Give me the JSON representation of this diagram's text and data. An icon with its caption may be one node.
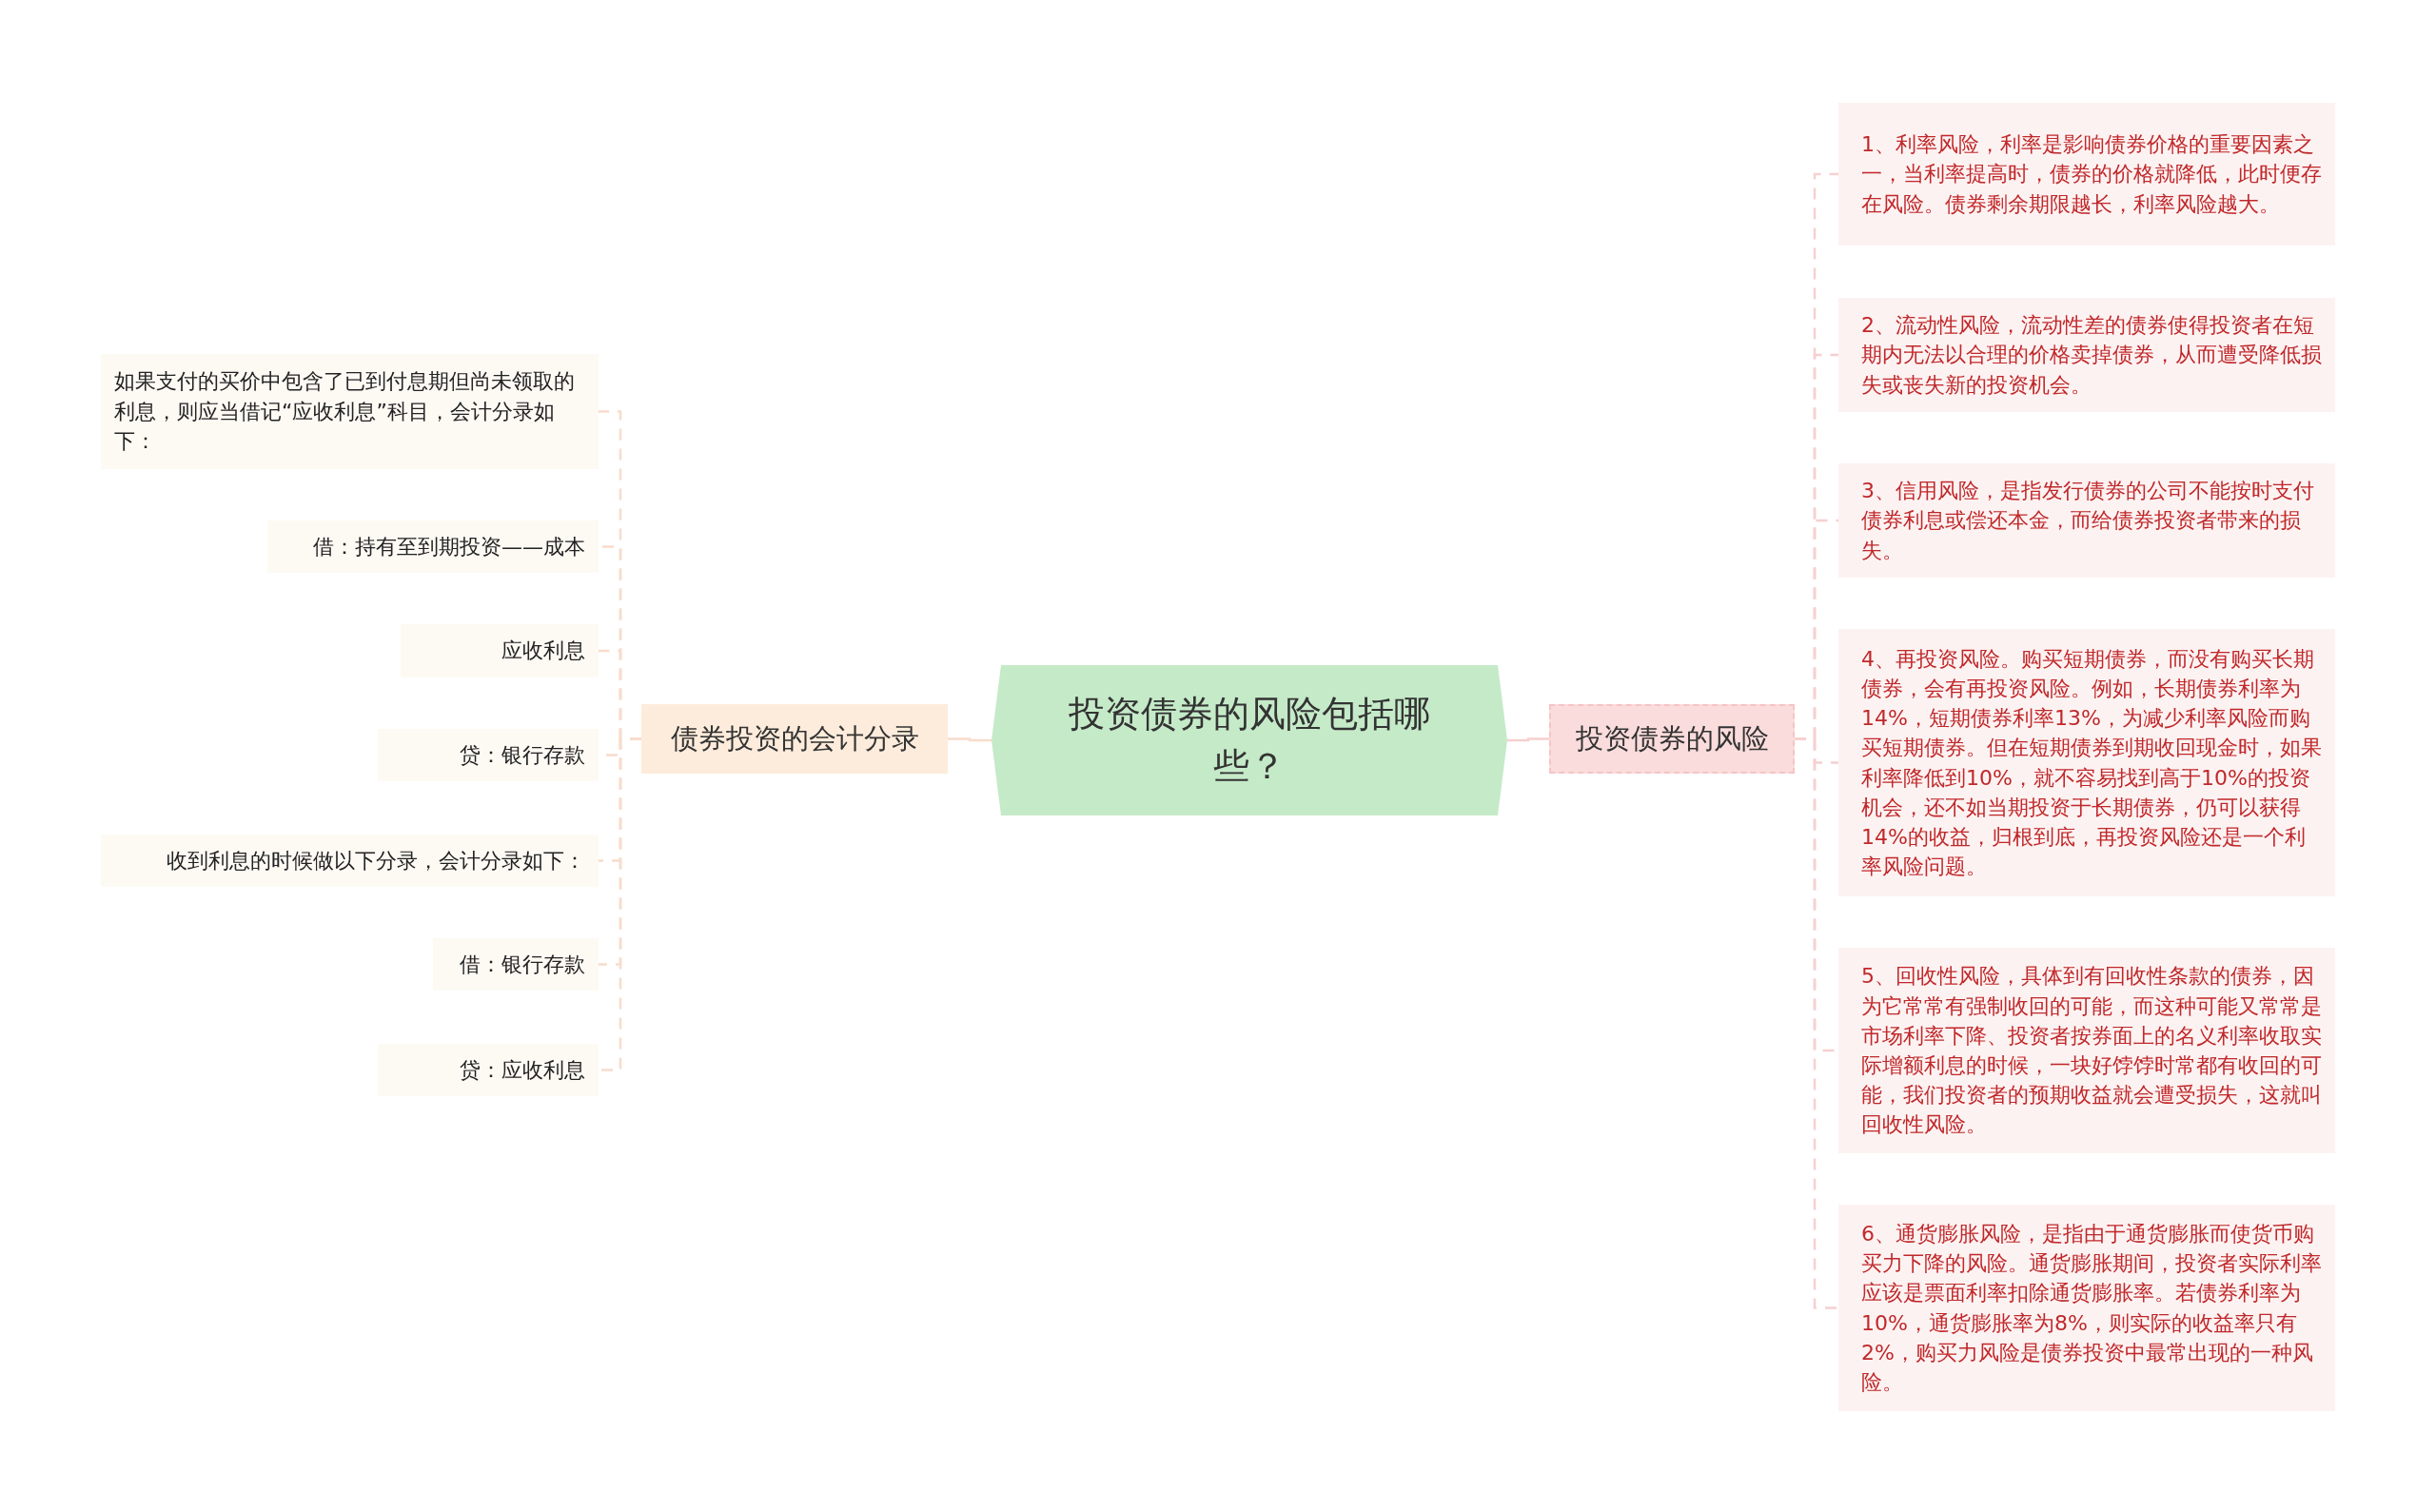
{
  "diagram": {
    "nodes": [
      {
        "text": [
          "投资债券的风险包括哪些？"
        ]
      },
      {
        "text": [
          "债券投资的会计分录"
        ]
      },
      {
        "text": [
          "投资债券的风险"
        ]
      },
      {
        "text": [
          "如果支付的买价中包含了已到付息期但尚未领取的利息，则应当借记“应收利息”科目，会计分录如下："
        ]
      },
      {
        "text": [
          "借：持有至到期投资——成本"
        ]
      },
      {
        "text": [
          "应收利息"
        ]
      },
      {
        "text": [
          "贷：银行存款"
        ]
      },
      {
        "text": [
          "收到利息的时候做以下分录，会计分录如下："
        ]
      },
      {
        "text": [
          "借：银行存款"
        ]
      },
      {
        "text": [
          "贷：应收利息"
        ]
      },
      {
        "text": [
          "1、利率风险，利率是影响债券价格的重要因素之一，当利率提高时，债券的价格就降低，此时便存在风险。债券剩余期限越长，利率风险越大。"
        ]
      },
      {
        "text": [
          "2、流动性风险，流动性差的债券使得投资者在短期内无法以合理的价格卖掉债券，从而遭受降低损失或丧失新的投资机会。"
        ]
      },
      {
        "text": [
          "3、信用风险，是指发行债券的公司不能按时支付债券利息或偿还本金，而给债券投资者带来的损失。"
        ]
      },
      {
        "text": [
          "4、再投资风险。购买短期债券，而没有购买长期债券，会有再投资风险。例如，长期债券利率为14%，短期债券利率13%，为减少利率风险而购买短期债券。但在短期债券到期收回现金时，如果利率降低到10%，就不容易找到高于10%的投资机会，还不如当期投资于长期债券，仍可以获得14%的收益，归根到底，再投资风险还是一个利率风险问题。"
        ]
      },
      {
        "text": [
          "5、回收性风险，具体到有回收性条款的债券，因为它常常有强制收回的可能，而这种可能又常常是市场利率下降、投资者按券面上的名义利率收取实际增额利息的时候，一块好饽饽时常都有收回的可能，我们投资者的预期收益就会遭受损失，这就叫回收性风险。"
        ]
      },
      {
        "text": [
          "6、通货膨胀风险，是指由于通货膨胀而使货币购买力下降的风险。通货膨胀期间，投资者实际利率应该是票面利率扣除通货膨胀率。若债券利率为10%，通货膨胀率为8%，则实际的收益率只有2%，购买力风险是债券投资中最常出现的一种风险。"
        ]
      }
    ],
    "edges": [
      {
        "from": 0,
        "to": 1,
        "arrow": "none",
        "color": "#f8dccb"
      },
      {
        "from": 0,
        "to": 2,
        "arrow": "none",
        "color": "#f6d0d0"
      },
      {
        "from": 1,
        "to": 3,
        "arrow": "none",
        "style": "dashed",
        "color": "#f8dccb"
      },
      {
        "from": 1,
        "to": 4,
        "arrow": "none",
        "style": "dashed",
        "color": "#f8dccb"
      },
      {
        "from": 1,
        "to": 5,
        "arrow": "none",
        "style": "dashed",
        "color": "#f8dccb"
      },
      {
        "from": 1,
        "to": 6,
        "arrow": "none",
        "style": "dashed",
        "color": "#f8dccb"
      },
      {
        "from": 1,
        "to": 7,
        "arrow": "none",
        "style": "dashed",
        "color": "#f8dccb"
      },
      {
        "from": 1,
        "to": 8,
        "arrow": "none",
        "style": "dashed",
        "color": "#f8dccb"
      },
      {
        "from": 1,
        "to": 9,
        "arrow": "none",
        "style": "dashed",
        "color": "#f8dccb"
      },
      {
        "from": 2,
        "to": 10,
        "arrow": "none",
        "style": "dashed",
        "color": "#f6d0d0"
      },
      {
        "from": 2,
        "to": 11,
        "arrow": "none",
        "style": "dashed",
        "color": "#f6d0d0"
      },
      {
        "from": 2,
        "to": 12,
        "arrow": "none",
        "style": "dashed",
        "color": "#f6d0d0"
      },
      {
        "from": 2,
        "to": 13,
        "arrow": "none",
        "style": "dashed",
        "color": "#f6d0d0"
      },
      {
        "from": 2,
        "to": 14,
        "arrow": "none",
        "style": "dashed",
        "color": "#f6d0d0"
      },
      {
        "from": 2,
        "to": 15,
        "arrow": "none",
        "style": "dashed",
        "color": "#f6d0d0"
      }
    ]
  }
}
